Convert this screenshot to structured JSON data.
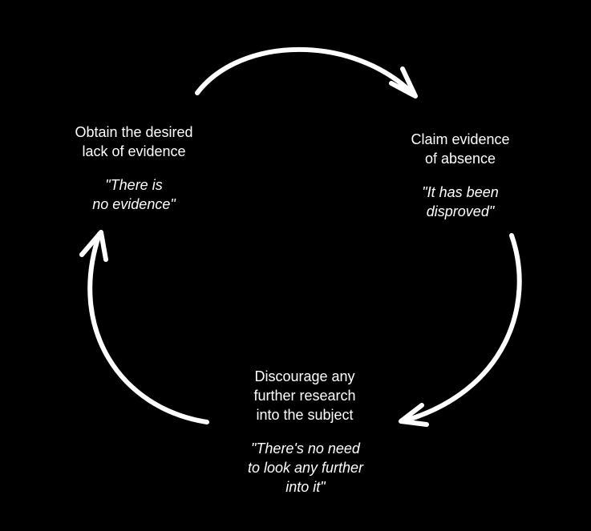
{
  "diagram": {
    "background_color": "#000000",
    "foreground_color": "#ffffff",
    "nodes": {
      "obtain": {
        "title": [
          "Obtain the desired",
          "lack of evidence"
        ],
        "quote": [
          "\"There is",
          "no evidence\""
        ]
      },
      "claim": {
        "title": [
          "Claim evidence",
          "of absence"
        ],
        "quote": [
          "\"It has been",
          "disproved\""
        ]
      },
      "discourage": {
        "title": [
          "Discourage any",
          "further research",
          "into the subject"
        ],
        "quote": [
          "\"There's no need",
          "to look any further",
          "into it\""
        ]
      }
    },
    "arrows": [
      {
        "from": "obtain",
        "to": "claim",
        "icon": "curved-arrow-icon"
      },
      {
        "from": "claim",
        "to": "discourage",
        "icon": "curved-arrow-icon"
      },
      {
        "from": "discourage",
        "to": "obtain",
        "icon": "curved-arrow-icon"
      }
    ]
  }
}
